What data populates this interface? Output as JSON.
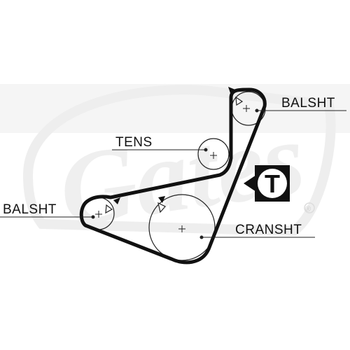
{
  "watermark": {
    "brand": "Gates",
    "registered_mark": "®"
  },
  "labels": {
    "balsht_top": "BALSHT",
    "tens": "TENS",
    "balsht_left": "BALSHT",
    "cranksht": "CRANSHT"
  },
  "badge": {
    "letter": "T"
  },
  "pulleys": [
    {
      "id": "balsht_top",
      "rotation": "counter-clockwise"
    },
    {
      "id": "tens",
      "rotation": "none"
    },
    {
      "id": "balsht_left",
      "rotation": "clockwise"
    },
    {
      "id": "cranksht",
      "rotation": "clockwise"
    }
  ],
  "colors": {
    "belt": "#111111",
    "watermark": "#ececec",
    "line": "#222222"
  }
}
